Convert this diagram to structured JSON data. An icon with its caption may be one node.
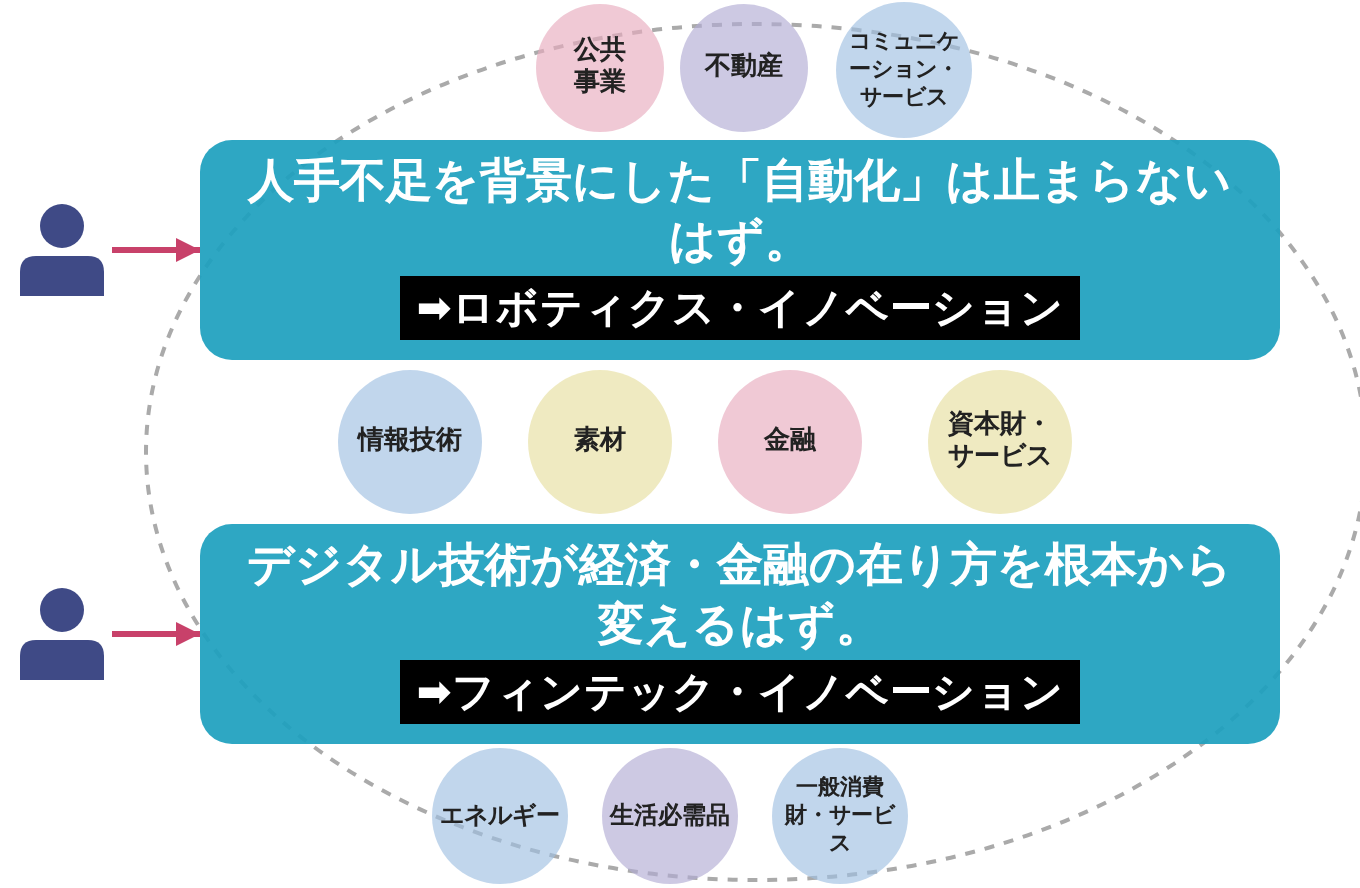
{
  "diagram": {
    "nodes": [
      {
        "text": [
          "公共事業"
        ]
      },
      {
        "text": [
          "不動産"
        ]
      },
      {
        "text": [
          "コミュニケーション・サービス"
        ]
      },
      {
        "text": [
          "素材"
        ]
      },
      {
        "text": [
          "情報技術"
        ]
      },
      {
        "text": [],
        "shape": "person"
      },
      {
        "text": [
          "人手不足を背景にした「自動化」は止まらないはず。",
          "➡ロボティクス・イノベーション"
        ]
      },
      {
        "text": [
          "資本財・サービス"
        ]
      },
      {
        "text": [
          "金融"
        ]
      },
      {
        "text": [],
        "shape": "person"
      },
      {
        "text": [
          "デジタル技術が経済・金融の在り方を根本から変えるはず。",
          "➡フィンテック・イノベーション"
        ]
      },
      {
        "text": [
          "エネルギー"
        ]
      },
      {
        "text": [
          "生活必需品"
        ]
      },
      {
        "text": [
          "一般消費財・サービス"
        ]
      }
    ],
    "edges": [
      {
        "from": 5,
        "to": 6,
        "arrow": "to"
      },
      {
        "from": 9,
        "to": 10,
        "arrow": "to"
      }
    ]
  }
}
